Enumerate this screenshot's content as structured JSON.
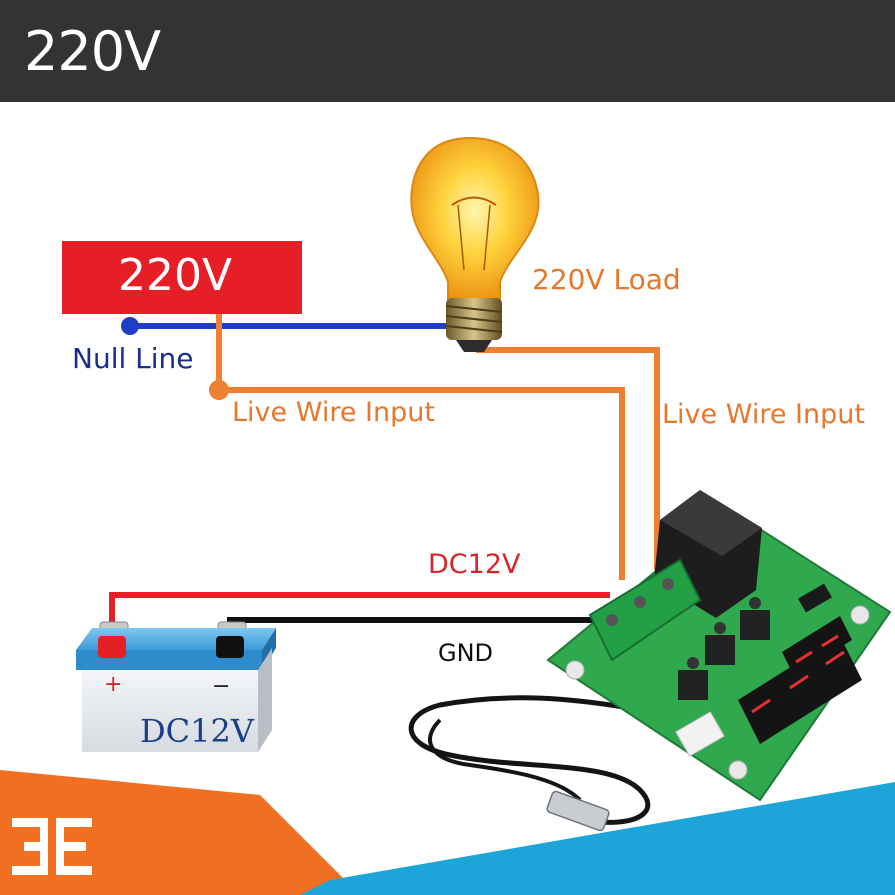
{
  "header": {
    "title": "220V"
  },
  "source": {
    "label": "220V",
    "color": "#e61e25"
  },
  "labels": {
    "null_line": "Null Line",
    "live_wire_left": "Live Wire Input",
    "live_wire_right": "Live Wire Input",
    "load": "220V Load",
    "dc12v_wire": "DC12V",
    "gnd": "GND"
  },
  "battery": {
    "label": "DC12V",
    "plus": "+",
    "minus": "−"
  },
  "colors": {
    "header_bg": "#333333",
    "null_wire": "#1e3ec8",
    "live_wire": "#ee8033",
    "dc_wire": "#e41f26",
    "gnd_wire": "#111111",
    "board": "#2fa84e",
    "relay": "#1d1d1d",
    "footer_orange": "#f26f21",
    "footer_blue": "#1da5d9"
  },
  "icons": [
    "bulb-icon",
    "battery-icon",
    "thermostat-board-icon",
    "temperature-probe-icon",
    "brand-logo-icon"
  ]
}
